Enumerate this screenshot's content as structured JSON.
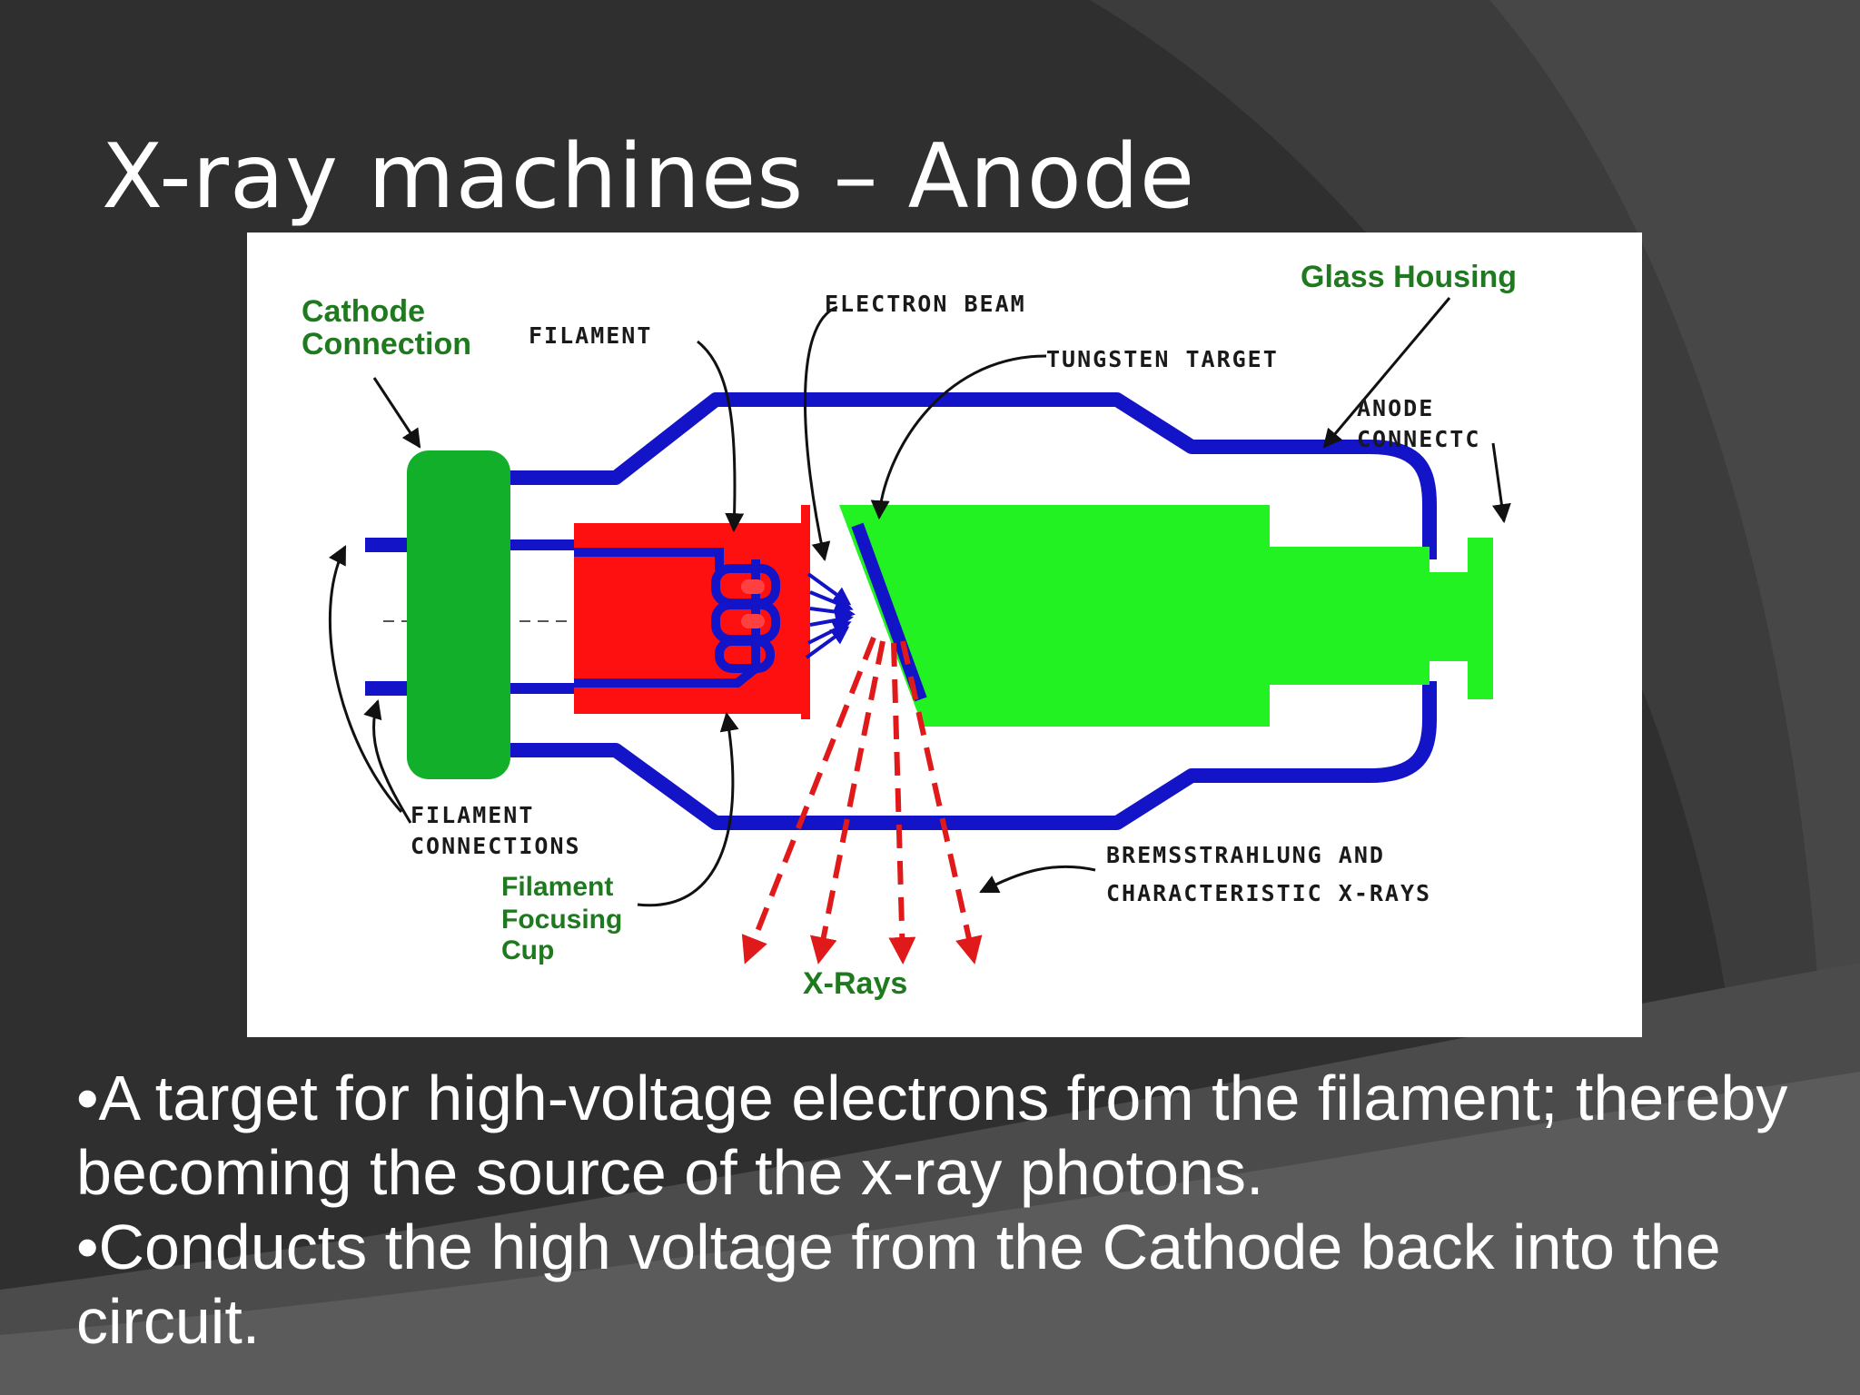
{
  "title": "X-ray machines – Anode",
  "diagram": {
    "labels": {
      "cathode_connection": [
        "Cathode",
        "Connection"
      ],
      "filament": "FILAMENT",
      "electron_beam": "ELECTRON BEAM",
      "glass_housing": "Glass Housing",
      "tungsten_target": "TUNGSTEN TARGET",
      "anode_connection": [
        "ANODE",
        "CONNECTC"
      ],
      "filament_connections": [
        "FILAMENT",
        "CONNECTIONS"
      ],
      "filament_focusing_cup": [
        "Filament",
        "Focusing",
        "Cup"
      ],
      "x_rays": "X-Rays",
      "bremsstrahlung": [
        "BREMSSTRAHLUNG AND",
        "CHARACTERISTIC X-RAYS"
      ]
    },
    "colors": {
      "housing": "#1313c8",
      "cathode": "#12b02a",
      "focusing_cup": "#ff1010",
      "anode": "#22f222",
      "x_rays": "#e01a1a",
      "green_label": "#1f7a1f"
    }
  },
  "bullets": [
    "•A target for high-voltage electrons from the filament; thereby becoming the source of the x-ray photons.",
    "•Conducts the high voltage from the Cathode back into the circuit."
  ]
}
